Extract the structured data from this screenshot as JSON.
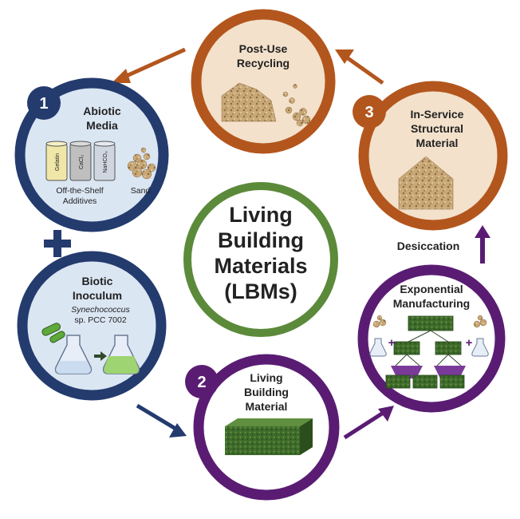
{
  "colors": {
    "navy": "#243b6e",
    "navy_fill": "#dbe6f3",
    "orange": "#b3561d",
    "orange_fill": "#f3e1cb",
    "purple": "#5a1c73",
    "green": "#5b8a3a",
    "sand": "#c8a878",
    "block_green": "#3f6e2a"
  },
  "center": {
    "title_lines": [
      "Living",
      "Building",
      "Materials",
      "(LBMs)"
    ]
  },
  "nodes": {
    "abiotic": {
      "badge": "1",
      "title_lines": [
        "Abiotic",
        "Media"
      ],
      "cans": [
        "Gelatin",
        "CaCl₂",
        "NaHCO₃"
      ],
      "additives_lines": [
        "Off-the-Shelf",
        "Additives"
      ],
      "sand_label": "Sand"
    },
    "biotic": {
      "title_lines": [
        "Biotic",
        "Inoculum"
      ],
      "species_lines": [
        "Synechococcus",
        "sp. PCC 7002"
      ]
    },
    "living": {
      "badge": "2",
      "title_lines": [
        "Living",
        "Building",
        "Material"
      ]
    },
    "exponential": {
      "title_lines": [
        "Exponential",
        "Manufacturing"
      ]
    },
    "inservice": {
      "badge": "3",
      "title_lines": [
        "In-Service",
        "Structural",
        "Material"
      ]
    },
    "recycling": {
      "title_lines": [
        "Post-Use",
        "Recycling"
      ]
    }
  },
  "labels": {
    "desiccation": "Desiccation",
    "plus": "+"
  }
}
